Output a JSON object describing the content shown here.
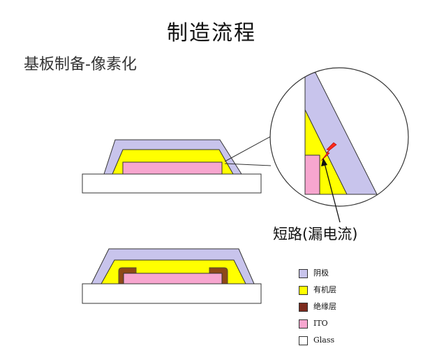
{
  "title": "制造流程",
  "subtitle": "基板制备-像素化",
  "callout": {
    "label": "短路(漏电流)"
  },
  "legend": [
    {
      "label": "阴极",
      "color": "#c8c4ec"
    },
    {
      "label": "有机层",
      "color": "#ffff00"
    },
    {
      "label": "绝缘层",
      "color": "#7b2a1d"
    },
    {
      "label": "ITO",
      "color": "#f7a6cf"
    },
    {
      "label": "Glass",
      "color": "#ffffff"
    }
  ],
  "colors": {
    "cathode": "#c8c4ec",
    "organic": "#ffff00",
    "insulator": "#7b2a1d",
    "ito": "#f7a6cf",
    "glass": "#ffffff",
    "short": "#ff2a1a"
  }
}
